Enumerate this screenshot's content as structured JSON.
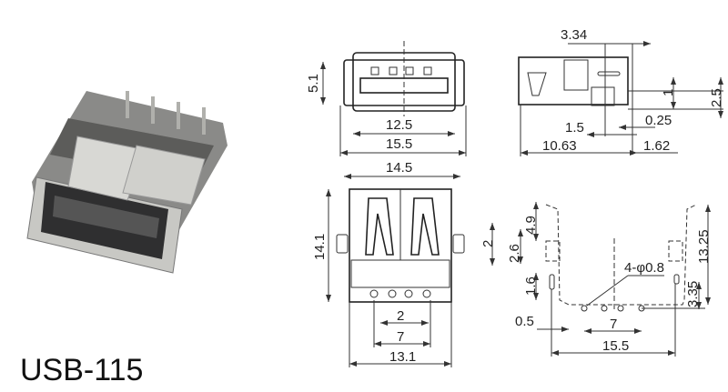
{
  "title": "USB-115",
  "views": {
    "front": {
      "height": "5.1",
      "inner_width": "12.5",
      "outer_width": "15.5"
    },
    "side": {
      "top": "3.34",
      "pin_offset": "1",
      "height": "2.5",
      "pin_width": "1.5",
      "thickness": "0.25",
      "length": "10.63",
      "tail": "1.62"
    },
    "bottom": {
      "width_top": "14.5",
      "height": "14.1",
      "tab": "2",
      "pitch": "2",
      "span": "7",
      "width_bottom": "13.1"
    },
    "footprint": {
      "d1": "4.9",
      "d2": "2.6",
      "d3": "1.6",
      "holes": "4-φ0.8",
      "height": "13.25",
      "d4": "3.35",
      "slot": "0.5",
      "hole_span": "7",
      "width": "15.5"
    }
  }
}
